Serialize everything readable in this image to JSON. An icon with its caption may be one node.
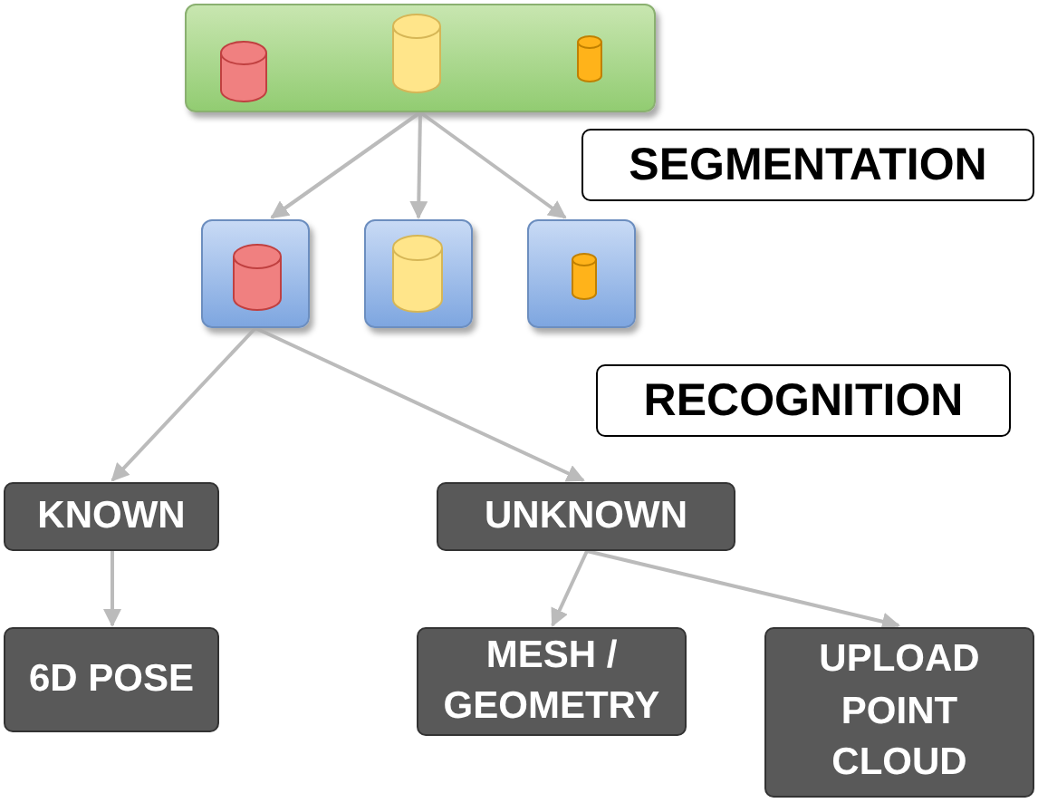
{
  "diagram": {
    "nodes": [
      {
        "text": [],
        "shape": "box"
      },
      {
        "text": [],
        "shape": "box"
      },
      {
        "text": [],
        "shape": "box"
      },
      {
        "text": [],
        "shape": "box"
      },
      {
        "text": [
          "SEGMENTATION"
        ]
      },
      {
        "text": [
          "RECOGNITION"
        ]
      },
      {
        "text": [
          "KNOWN"
        ]
      },
      {
        "text": [
          "UNKNOWN"
        ]
      },
      {
        "text": [
          "6D POSE"
        ]
      },
      {
        "text": [
          "MESH / GEOMETRY"
        ]
      },
      {
        "text": [
          "UPLOAD POINT CLOUD"
        ]
      }
    ],
    "edges": [
      {
        "from": 0,
        "to": 1,
        "arrow": "to"
      },
      {
        "from": 0,
        "to": 2,
        "arrow": "to"
      },
      {
        "from": 0,
        "to": 3,
        "arrow": "to"
      },
      {
        "from": 1,
        "to": 6,
        "arrow": "to"
      },
      {
        "from": 1,
        "to": 7,
        "arrow": "to"
      },
      {
        "from": 6,
        "to": 8,
        "arrow": "to"
      },
      {
        "from": 7,
        "to": 9,
        "arrow": "to"
      },
      {
        "from": 7,
        "to": 10,
        "arrow": "to"
      }
    ]
  }
}
